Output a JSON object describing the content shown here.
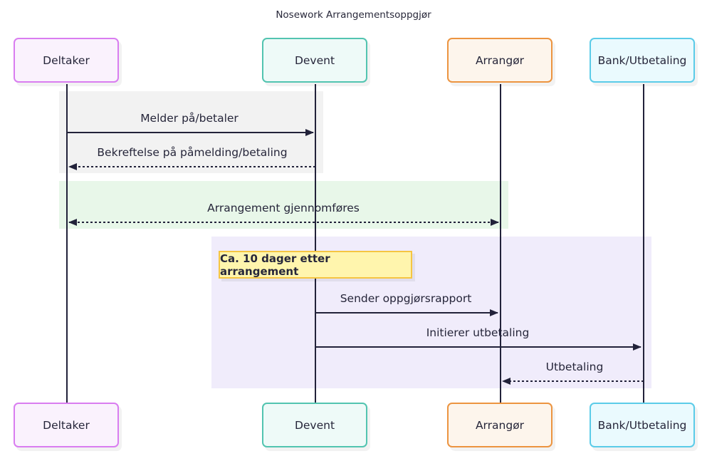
{
  "title": "Nosework Arrangementsoppgjør",
  "participants": [
    {
      "id": "deltaker",
      "label": "Deltaker",
      "border": "#d97df0",
      "fill": "#faf2fd"
    },
    {
      "id": "devent",
      "label": "Devent",
      "border": "#52c4b0",
      "fill": "#eefaf8"
    },
    {
      "id": "arrangor",
      "label": "Arrangør",
      "border": "#ec9440",
      "fill": "#fdf5ec"
    },
    {
      "id": "bank",
      "label": "Bank/Utbetaling",
      "border": "#5bcbe8",
      "fill": "#eafafe"
    }
  ],
  "regions": [
    {
      "name": "registration",
      "fill": "#f2f2f2"
    },
    {
      "name": "event",
      "fill": "#e8f7e9"
    },
    {
      "name": "settlement",
      "fill": "#f0ecfb"
    }
  ],
  "note": {
    "text": "Ca. 10 dager etter arrangement",
    "over": [
      "devent",
      "arrangor"
    ]
  },
  "messages": [
    {
      "from": "deltaker",
      "to": "devent",
      "label": "Melder på/betaler",
      "style": "solid"
    },
    {
      "from": "devent",
      "to": "deltaker",
      "label": "Bekreftelse på påmelding/betaling",
      "style": "dotted"
    },
    {
      "from": "deltaker",
      "to": "arrangor",
      "label": "Arrangement gjennomføres",
      "style": "dotted-bidirectional"
    },
    {
      "from": "devent",
      "to": "arrangor",
      "label": "Sender oppgjørsrapport",
      "style": "solid"
    },
    {
      "from": "devent",
      "to": "bank",
      "label": "Initierer utbetaling",
      "style": "solid"
    },
    {
      "from": "bank",
      "to": "arrangor",
      "label": "Utbetaling",
      "style": "dotted"
    }
  ],
  "colors": {
    "line": "#22223a"
  }
}
